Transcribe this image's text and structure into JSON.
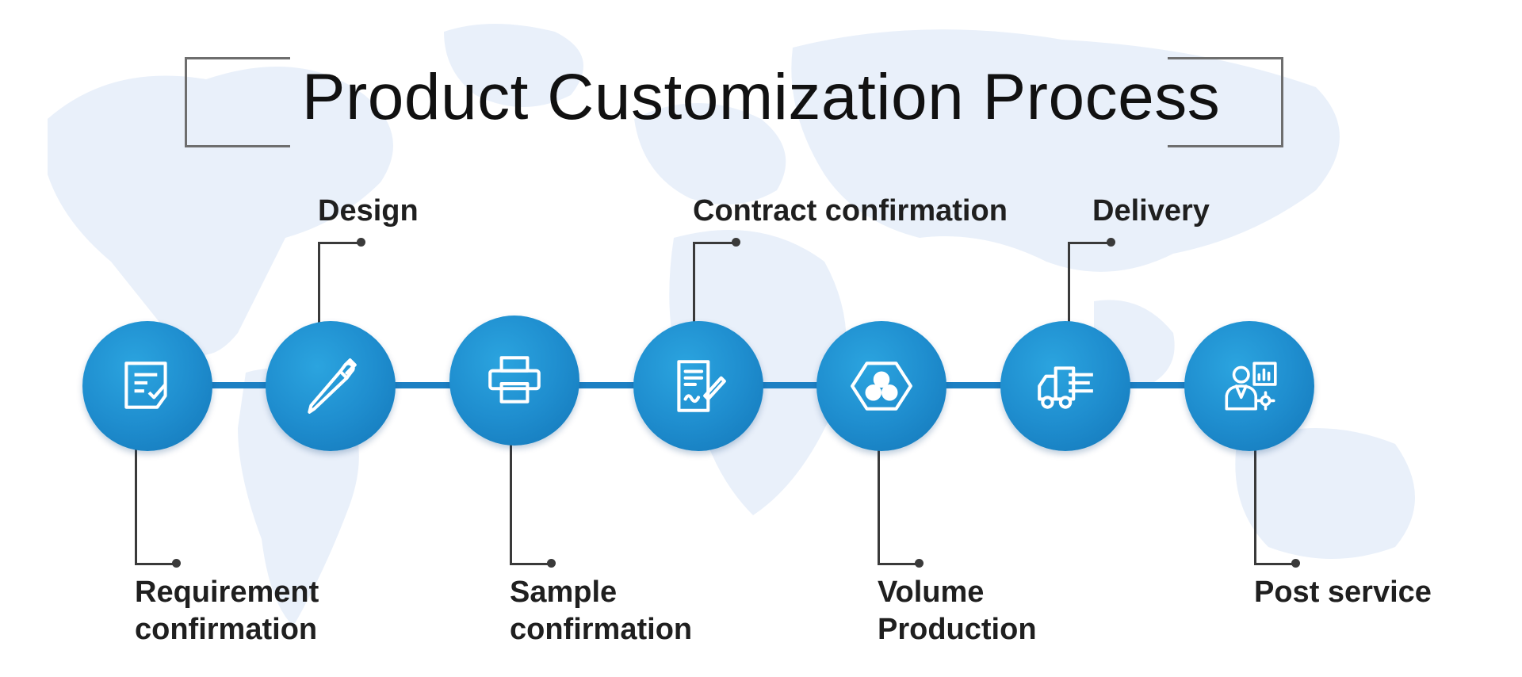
{
  "title": "Product Customization Process",
  "colors": {
    "accent": "#1f8ecf",
    "line": "#1d80c3",
    "connector": "#3a3a3a",
    "map": "#e8eff9"
  },
  "steps": [
    {
      "label_line1": "Requirement",
      "label_line2": "confirmation",
      "icon": "document-icon"
    },
    {
      "label_line1": "Design",
      "label_line2": "",
      "icon": "pen-icon"
    },
    {
      "label_line1": "Sample",
      "label_line2": "confirmation",
      "icon": "printer-icon"
    },
    {
      "label_line1": "Contract confirmation",
      "label_line2": "",
      "icon": "contract-icon"
    },
    {
      "label_line1": "Volume",
      "label_line2": "Production",
      "icon": "production-icon"
    },
    {
      "label_line1": "Delivery",
      "label_line2": "",
      "icon": "truck-icon"
    },
    {
      "label_line1": "Post service",
      "label_line2": "",
      "icon": "service-person-icon"
    }
  ]
}
